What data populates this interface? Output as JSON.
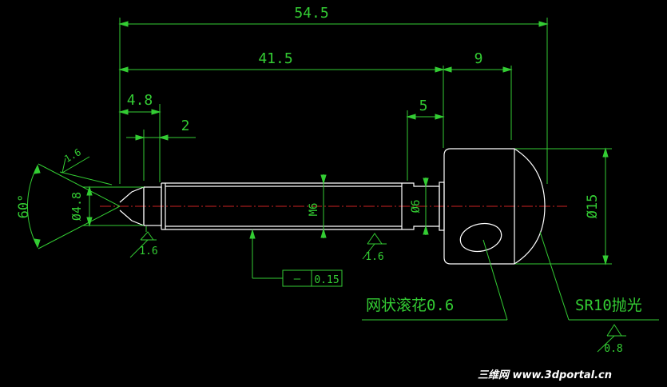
{
  "colors": {
    "background": "#000000",
    "dimension": "#33cc33",
    "outline": "#ffffff",
    "centerline": "#cc2222"
  },
  "dimensions": {
    "overall_length": "54.5",
    "shaft_length": "41.5",
    "head_length": "9",
    "tip_length": "4.8",
    "chamfer_length": "2",
    "neck_length": "5",
    "angle": "60°",
    "tip_diameter": "Ø4.8",
    "thread": "M6",
    "neck_diameter": "Ø6",
    "head_diameter": "Ø15"
  },
  "surface_finish": {
    "tip_upper": "1.6",
    "tip_lower": "1.6",
    "shaft": "1.6",
    "head": "0.8"
  },
  "tolerance": {
    "symbol": "—",
    "value": "0.15"
  },
  "notes": {
    "knurl": "网状滚花0.6",
    "polish": "SR10抛光"
  },
  "watermark": "三维网 www.3dportal.cn"
}
